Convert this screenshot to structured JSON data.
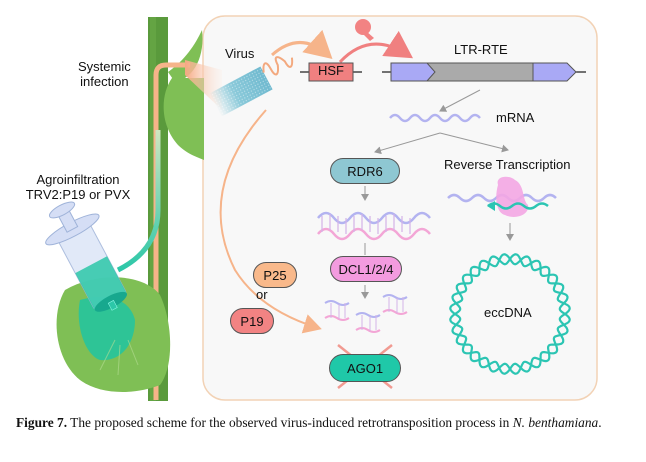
{
  "figure": {
    "labels": {
      "systemic_infection": [
        "Systemic",
        "infection"
      ],
      "agroinfiltration": [
        "Agroinfiltration",
        "TRV2:P19 or PVX"
      ],
      "virus": "Virus",
      "hsf": "HSF",
      "ltr_rte": "LTR-RTE",
      "mrna": "mRNA",
      "rdr6": "RDR6",
      "reverse_transcription": "Reverse Transcription",
      "dcl": "DCL1/2/4",
      "p25": "P25",
      "or": "or",
      "p19": "P19",
      "ago1": "AGO1",
      "eccdna": "eccDNA"
    },
    "icons": {
      "heat_lamp": "heat-lamp-icon",
      "syringe": "syringe-icon",
      "virus_particle": "virus-particle-icon",
      "reverse_transcriptase": "reverse-transcriptase-icon",
      "circular_dna": "circular-dna-icon",
      "sirna": "sirna-duplex-icon",
      "inhibition_cross": "inhibition-cross-icon"
    },
    "colors": {
      "hsf_fill": "#f08080",
      "ltr_fill": "#a9a9f5",
      "rte_body": "#aaaaaa",
      "rdr6_fill": "#8ec7d2",
      "dcl_fill": "#f39bdf",
      "ago1_fill": "#1fc8a8",
      "p25_fill": "#f9b98b",
      "p19_fill": "#f28383",
      "eccdna_stroke": "#2cc5b3",
      "stem_green": "#5a9a3c",
      "leaf_green": "#7fbf55",
      "virus_arrow": "#f6b48a",
      "panel_border": "#f2d2b5"
    }
  },
  "caption": {
    "label": "Figure 7.",
    "text": " The proposed scheme for the observed virus-induced retrotransposition process in ",
    "species": "N. benthamiana",
    "end": "."
  }
}
